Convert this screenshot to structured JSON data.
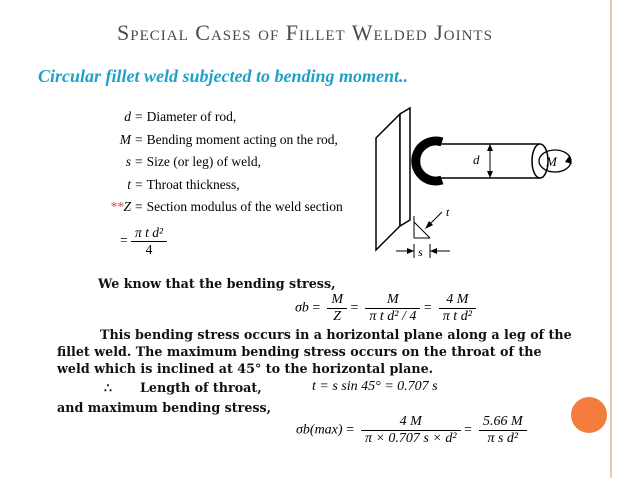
{
  "title": "Special Cases of Fillet Welded Joints",
  "subtitle": "Circular fillet weld subjected to bending moment..",
  "definitions": [
    {
      "symbol": "d",
      "text": "Diameter of rod,"
    },
    {
      "symbol": "M",
      "text": "Bending moment acting on the rod,"
    },
    {
      "symbol": "s",
      "text": "Size (or leg) of weld,"
    },
    {
      "symbol": "t",
      "text": "Throat thickness,"
    },
    {
      "symbol": "Z",
      "text": "Section modulus of the weld section",
      "prefix": "**"
    }
  ],
  "z_formula": {
    "numerator": "π t d²",
    "denominator": "4"
  },
  "diagram_labels": {
    "d": "d",
    "M": "M",
    "t": "t",
    "s": "s"
  },
  "text": {
    "bending_stress_intro": "We know that the bending stress,",
    "para1": "This bending stress occurs in a horizontal plane along a leg of the",
    "para2": "fillet weld. The maximum bending stress occurs on the throat of the",
    "para3": "weld which is inclined at 45° to the horizontal plane.",
    "therefore": "∴",
    "throat_label": "Length of throat,",
    "throat_eq": "t = s sin 45° = 0.707 s",
    "max_stress_intro": "and maximum bending stress,"
  },
  "formula1": {
    "lhs": "σb",
    "f1_num": "M",
    "f1_den": "Z",
    "f2_num": "M",
    "f2_den": "π t d² / 4",
    "f3_num": "4 M",
    "f3_den": "π t d²"
  },
  "formula2": {
    "lhs": "σb(max)",
    "f1_num": "4 M",
    "f1_den": "π × 0.707 s × d²",
    "f2_num": "5.66 M",
    "f2_den": "π s d²"
  },
  "colors": {
    "title": "#4a4a4a",
    "subtitle": "#1fa0c8",
    "accent_dot": "#f47c3c",
    "border": "#f0c6b8"
  }
}
